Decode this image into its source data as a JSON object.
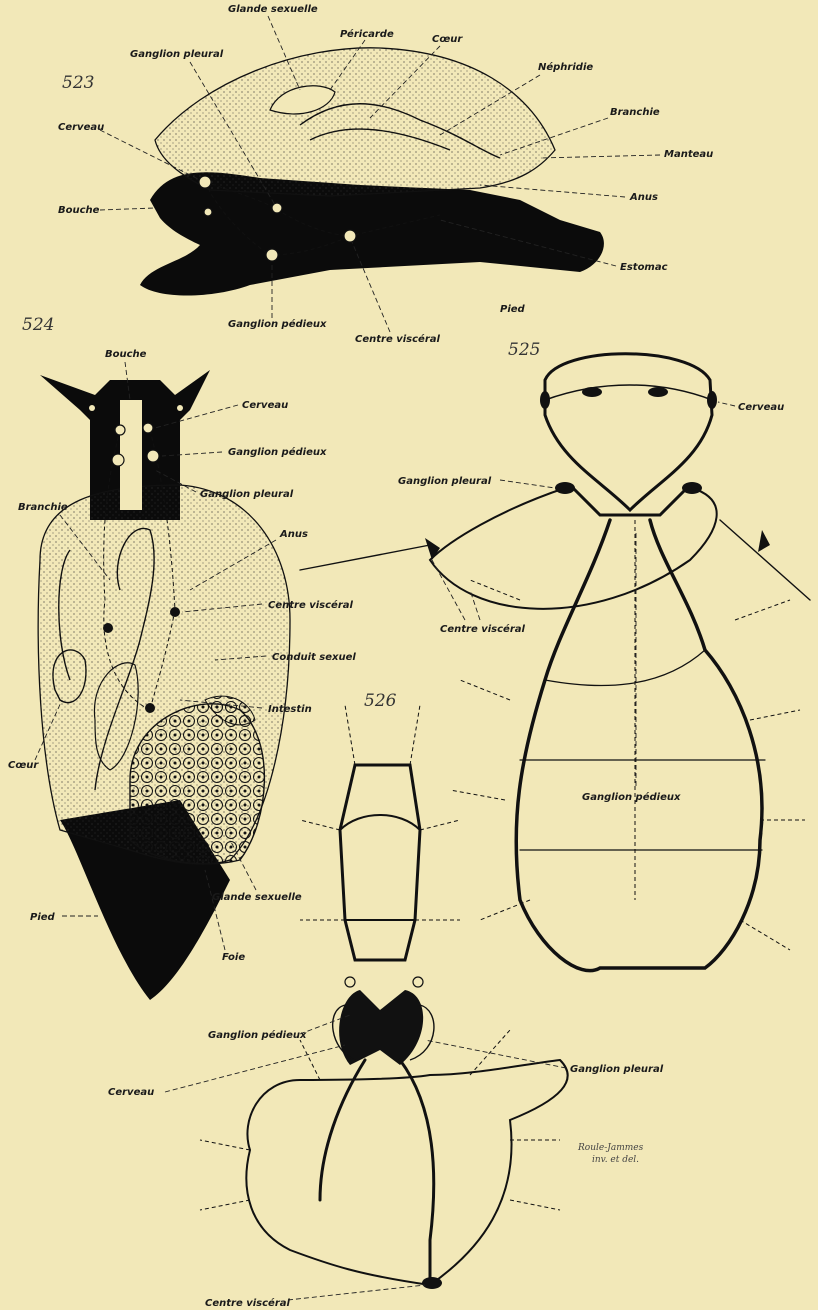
{
  "figures": {
    "fig523": {
      "number": "523",
      "labels": {
        "glande_sexuelle": "Glande sexuelle",
        "pericarde": "Péricarde",
        "coeur": "Cœur",
        "ganglion_pleural": "Ganglion pleural",
        "nephridie": "Néphridie",
        "branchie": "Branchie",
        "cerveau": "Cerveau",
        "manteau": "Manteau",
        "anus": "Anus",
        "bouche": "Bouche",
        "estomac": "Estomac",
        "pied": "Pied",
        "ganglion_pedieux": "Ganglion pédieux",
        "centre_visceral": "Centre viscéral"
      }
    },
    "fig524": {
      "number": "524",
      "labels": {
        "bouche": "Bouche",
        "cerveau": "Cerveau",
        "ganglion_pedieux": "Ganglion pédieux",
        "ganglion_pleural": "Ganglion pleural",
        "branchie": "Branchie",
        "anus": "Anus",
        "centre_visceral": "Centre viscéral",
        "conduit_sexuel": "Conduit sexuel",
        "intestin": "Intestin",
        "coeur": "Cœur",
        "glande_sexuelle": "Glande sexuelle",
        "pied": "Pied",
        "foie": "Foie"
      }
    },
    "fig525": {
      "number": "525",
      "labels": {
        "cerveau": "Cerveau",
        "ganglion_pleural": "Ganglion pleural",
        "centre_visceral": "Centre viscéral",
        "ganglion_pedieux": "Ganglion pédieux"
      }
    },
    "fig526": {
      "number": "526",
      "labels": {
        "ganglion_pedieux": "Ganglion pédieux",
        "ganglion_pleural": "Ganglion pleural",
        "cerveau": "Cerveau",
        "centre_visceral": "Centre viscéral"
      }
    }
  },
  "signature": {
    "line1": "Roule-Jammes",
    "line2": "inv. et del."
  },
  "colors": {
    "paper": "#f2e8b8",
    "ink": "#111111"
  }
}
